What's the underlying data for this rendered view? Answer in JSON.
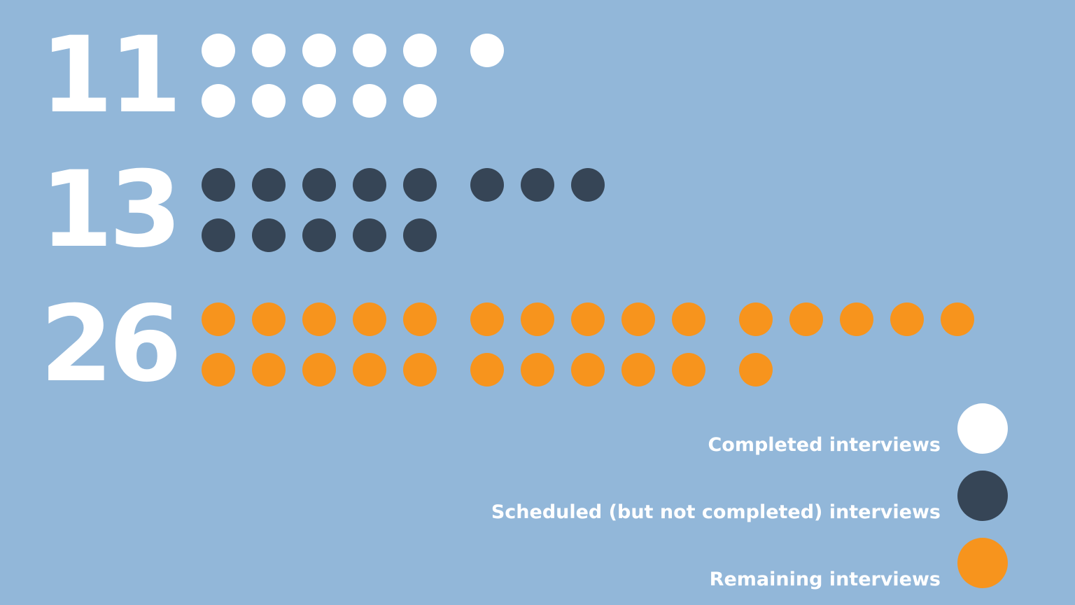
{
  "chart_data": {
    "type": "unit-dot",
    "title": "",
    "colors": {
      "background": "#92b7d9",
      "text": "#ffffff"
    },
    "series": [
      {
        "name": "Completed interviews",
        "value": 11,
        "label": "11",
        "color": "#ffffff"
      },
      {
        "name": "Scheduled (but not completed) interviews",
        "value": 13,
        "label": "13",
        "color": "#364556"
      },
      {
        "name": "Remaining interviews",
        "value": 26,
        "label": "26",
        "color": "#f7941d"
      }
    ],
    "dot_grouping": {
      "dots_per_block_row": 5,
      "rows_per_block": 2,
      "fill_order": "top row of block first, then bottom row"
    },
    "legend": {
      "placement": "bottom-right"
    }
  }
}
